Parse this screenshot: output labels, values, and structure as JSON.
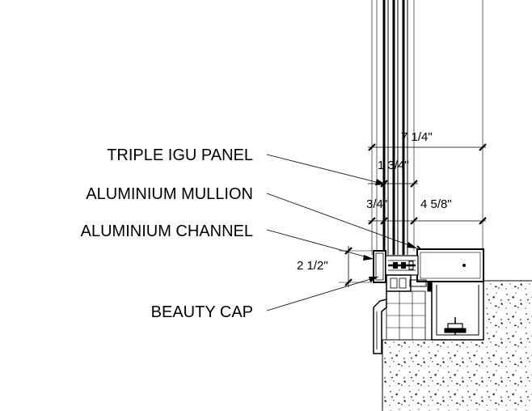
{
  "callouts": {
    "triple_igu_panel": "TRIPLE IGU PANEL",
    "aluminium_mullion": "ALUMINIUM MULLION",
    "aluminium_channel": "ALUMINIUM CHANNEL",
    "beauty_cap": "BEAUTY CAP"
  },
  "dimensions": {
    "overall_depth": "7 1/4\"",
    "igu_thickness": "1 3/4\"",
    "front_offset": "3/4\"",
    "mullion_depth": "4 5/8\"",
    "cap_height": "2 1/2\""
  }
}
